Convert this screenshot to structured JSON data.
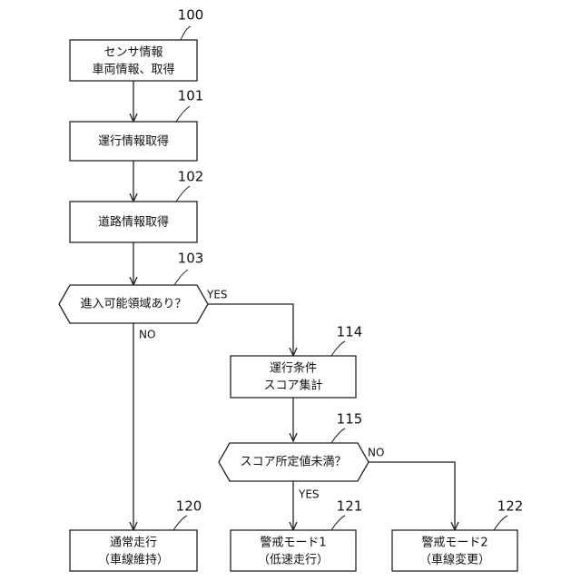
{
  "nodes": {
    "n100": {
      "ref": "100",
      "lines": [
        "センサ情報",
        "車両情報、取得"
      ]
    },
    "n101": {
      "ref": "101",
      "lines": [
        "運行情報取得"
      ]
    },
    "n102": {
      "ref": "102",
      "lines": [
        "道路情報取得"
      ]
    },
    "n103": {
      "ref": "103",
      "lines": [
        "進入可能領域あり？"
      ]
    },
    "n114": {
      "ref": "114",
      "lines": [
        "運行条件",
        "スコア集計"
      ]
    },
    "n115": {
      "ref": "115",
      "lines": [
        "スコア所定値未満？"
      ]
    },
    "n120": {
      "ref": "120",
      "lines": [
        "通常走行",
        "（車線維持）"
      ]
    },
    "n121": {
      "ref": "121",
      "lines": [
        "警戒モード1",
        "（低速走行）"
      ]
    },
    "n122": {
      "ref": "122",
      "lines": [
        "警戒モード2",
        "（車線変更）"
      ]
    }
  },
  "branches": {
    "n103_yes": "YES",
    "n103_no": "NO",
    "n115_yes": "YES",
    "n115_no": "NO"
  },
  "colors": {
    "stroke": "#222222",
    "background": "#ffffff"
  }
}
